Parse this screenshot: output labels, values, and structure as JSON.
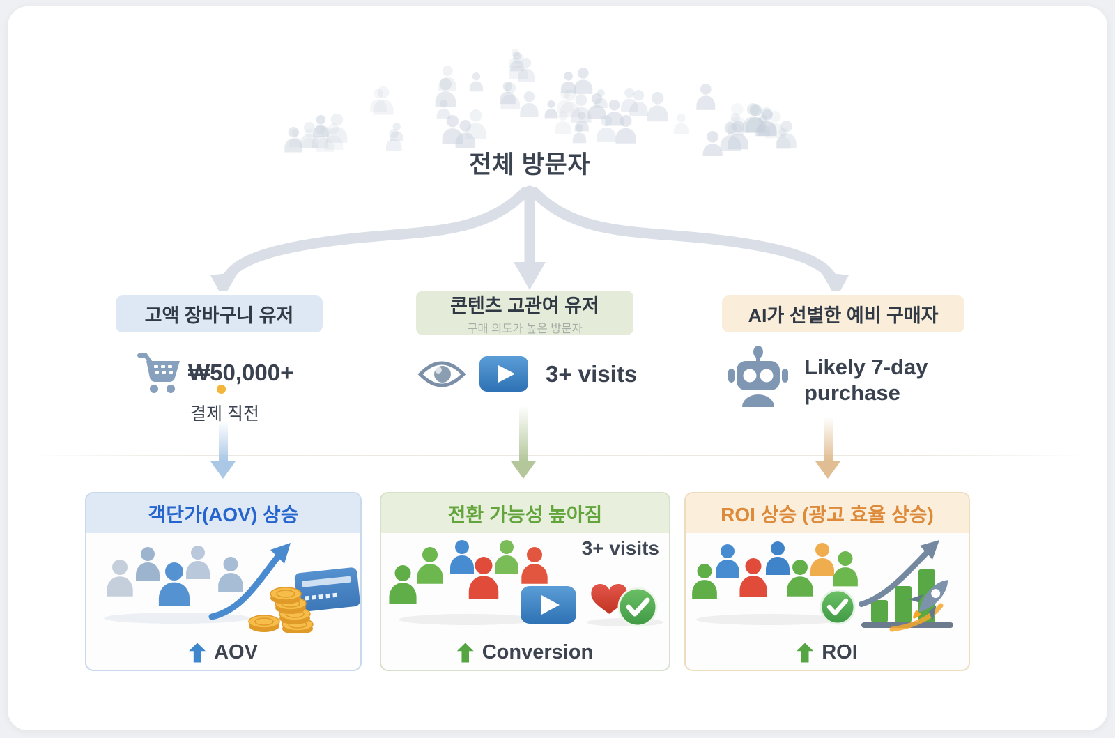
{
  "title": "전체 방문자",
  "segments": [
    {
      "label": "고액 장바구니 유저",
      "value": "₩50,000+",
      "caption": "결제 직전"
    },
    {
      "label": "콘텐츠 고관여 유저",
      "sublabel": "구매 의도가 높은 방문자",
      "value": "3+ visits"
    },
    {
      "label": "AI가 선별한 예비 구매자",
      "value": "Likely 7-day purchase"
    }
  ],
  "cards": [
    {
      "title": "객단가(AOV) 상승",
      "metric": "AOV"
    },
    {
      "title": "전환 가능성 높아짐",
      "annotation": "3+ visits",
      "metric": "Conversion"
    },
    {
      "title": "ROI 상승 (광고 효율 상승)",
      "metric": "ROI"
    }
  ],
  "icons": {
    "crowd": "crowd-of-people-icon",
    "cart": "shopping-cart-icon",
    "eye": "eye-icon",
    "play": "play-button-icon",
    "robot": "robot-icon",
    "coins": "coins-icon",
    "credit_card": "credit-card-icon",
    "heart": "heart-icon",
    "check": "check-circle-icon",
    "bar_chart": "bar-chart-icon",
    "rocket": "rocket-icon",
    "up_arrow": "up-arrow-icon"
  },
  "colors": {
    "segment_blue_bg": "#dee8f4",
    "segment_green_bg": "#e4ecd9",
    "segment_orange_bg": "#faeedb",
    "card_blue_accent": "#2565cd",
    "card_green_accent": "#63a53c",
    "card_orange_accent": "#dd8a3a",
    "branch_arrow_gray": "#d9dee7",
    "flow_blue": "#aac8e6",
    "flow_green": "#b4c79b",
    "flow_orange": "#e0bd92",
    "gold": "#f2b13c",
    "play_blue": "#3d85c6",
    "icon_gray_blue": "#7f97b2"
  }
}
